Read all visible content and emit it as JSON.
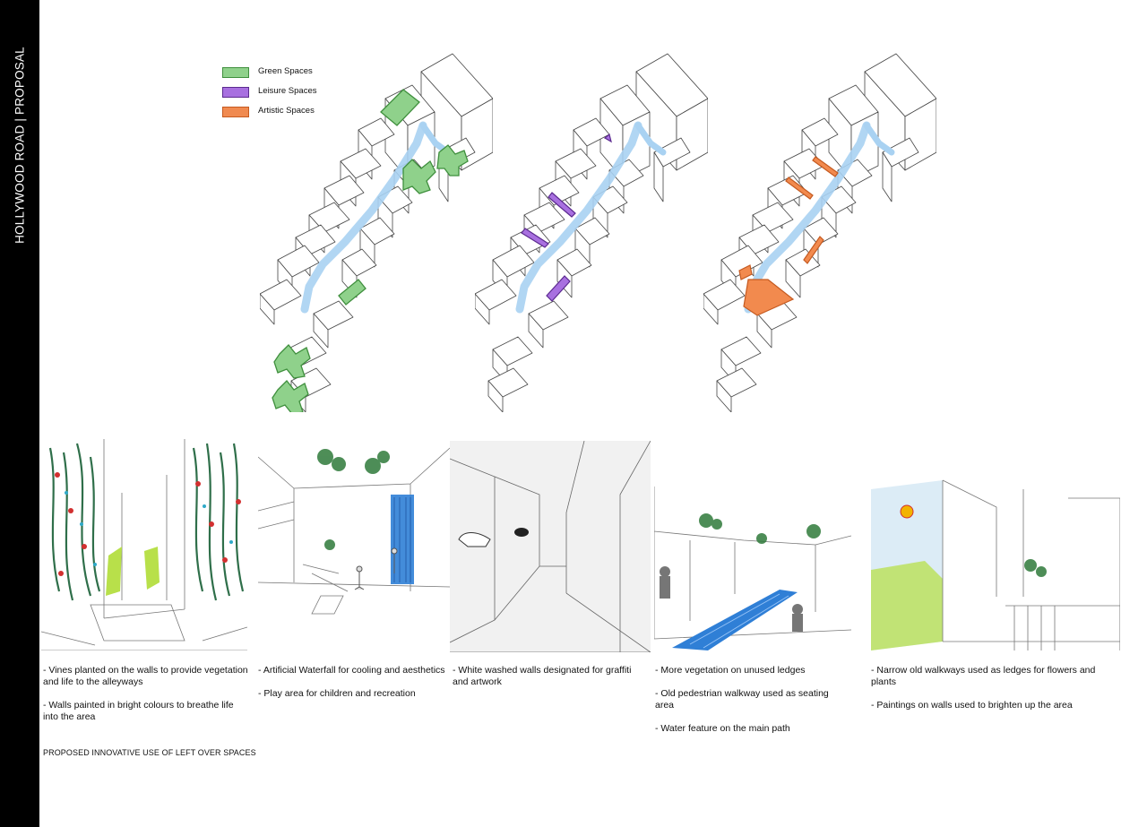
{
  "side_title": "HOLLYWOOD ROAD | PROPOSAL",
  "legend": [
    {
      "label": "Green Spaces",
      "color": "#8fd18b",
      "border": "#3f8f3d"
    },
    {
      "label": "Leisure Spaces",
      "color": "#a870e0",
      "border": "#5b2a8f"
    },
    {
      "label": "Artistic Spaces",
      "color": "#f08a50",
      "border": "#c55a20"
    }
  ],
  "colors": {
    "path": "#a9d2f2",
    "green": "#8fd18b",
    "purple": "#9f64d8",
    "orange": "#f28a4e",
    "water": "#2f7fd6",
    "foliage": "#2f7a3a"
  },
  "captions": [
    {
      "lines": [
        "- Vines planted on the walls to provide vegetation and life to the alleyways",
        "- Walls painted in bright colours to breathe life into the area"
      ]
    },
    {
      "lines": [
        "- Artificial Waterfall for cooling and aesthetics",
        "- Play area for children and recreation"
      ]
    },
    {
      "lines": [
        "- White washed walls designated for graffiti and artwork"
      ]
    },
    {
      "lines": [
        "- More vegetation on unused ledges",
        "- Old pedestrian walkway used as seating area",
        "- Water feature on the main path"
      ]
    },
    {
      "lines": [
        "- Narrow old walkways used as ledges for flowers and plants",
        "- Paintings on walls used to brighten up the area"
      ]
    }
  ],
  "footer_note": "PROPOSED INNOVATIVE USE OF LEFT OVER SPACES"
}
